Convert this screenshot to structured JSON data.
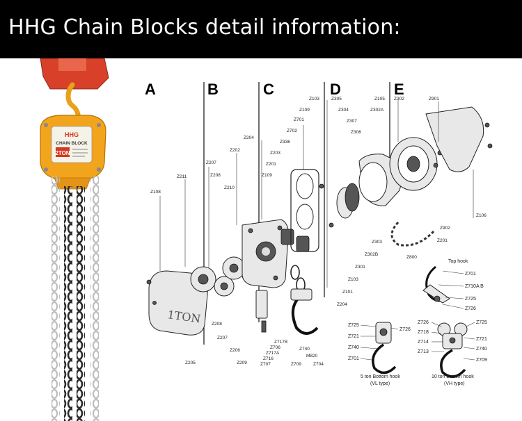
{
  "banner": {
    "title": "HHG Chain Blocks detail information:"
  },
  "product": {
    "brand": "HHG",
    "name": "CHAIN BLOCK",
    "capacity": "2TON",
    "colors": {
      "body": "#f2a41c",
      "top": "#d8402a",
      "label": "#f5f2e8",
      "chain": "#2b2b2b"
    }
  },
  "sections": [
    "A",
    "B",
    "C",
    "D",
    "E"
  ],
  "part_labels": {
    "z108": "Z108",
    "z211": "Z211",
    "z207a": "Z207",
    "z208a": "Z208",
    "z202": "Z202",
    "z210": "Z210",
    "z204a": "Z204",
    "z203": "Z203",
    "z201": "Z201",
    "z109": "Z109",
    "z336": "Z336",
    "z702": "Z702",
    "z701a": "Z701",
    "z109b": "Z109",
    "z103": "Z103",
    "z305": "Z305",
    "z304": "Z304",
    "z307": "Z307",
    "z306": "Z306",
    "z105": "Z105",
    "z302a": "Z302A",
    "z302": "Z302",
    "z901": "Z901",
    "z106": "Z106",
    "z902": "Z902",
    "z201b": "Z201",
    "z303": "Z303",
    "z302b": "Z302B",
    "z301": "Z301",
    "z800": "Z800",
    "z103b": "Z103",
    "z101": "Z101",
    "z204b": "Z204",
    "z205": "Z205",
    "z208b": "Z208",
    "z207b": "Z207",
    "z206": "Z206",
    "z209": "Z209",
    "z717b": "Z717B",
    "z706": "Z706",
    "z717a": "Z717A",
    "z716": "Z716",
    "z707": "Z707",
    "z740": "Z740",
    "m820": "M820",
    "z709": "Z709",
    "z704": "Z704"
  },
  "top_hook": {
    "title": "Top hook",
    "labels": [
      "Z701",
      "Z710A B",
      "Z725",
      "Z726"
    ]
  },
  "bottom_hook_5t": {
    "labels": [
      "Z725",
      "Z726",
      "Z721",
      "Z740",
      "Z701"
    ],
    "caption_1": "5 ton Bottom hook",
    "caption_2": "(VL type)"
  },
  "bottom_hook_10t": {
    "labels": [
      "Z726",
      "Z725",
      "Z718",
      "Z721",
      "Z714",
      "Z740",
      "Z713",
      "Z709"
    ],
    "caption_1": "10 ton Bottom hook",
    "caption_2": "(VH type)"
  }
}
